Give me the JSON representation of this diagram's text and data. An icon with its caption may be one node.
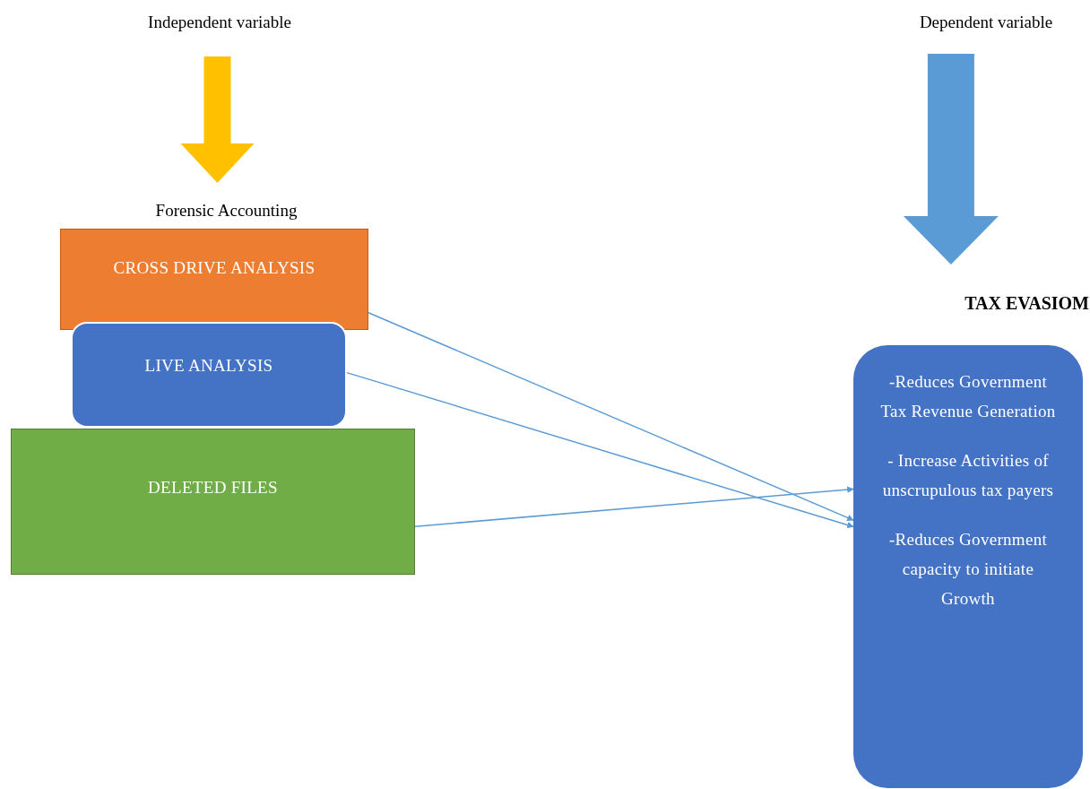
{
  "diagram": {
    "nodes": [
      {
        "text": [
          "Independent variable"
        ]
      },
      {
        "text": [
          "Forensic Accounting"
        ]
      },
      {
        "text": [
          "CROSS DRIVE ANALYSIS"
        ]
      },
      {
        "text": [
          "LIVE ANALYSIS"
        ]
      },
      {
        "text": [
          "DELETED FILES"
        ]
      },
      {
        "text": [
          "Dependent variable"
        ]
      },
      {
        "text": [
          "TAX EVASIOM"
        ]
      },
      {
        "text": [
          "-Reduces Government Tax Revenue Generation",
          "- Increase Activities of unscrupulous tax payers",
          "-Reduces Government capacity to initiate Growth"
        ]
      }
    ],
    "edges": [
      {
        "from": 0,
        "to": 1,
        "arrow": "to",
        "style": "thick",
        "color": "#ffc000"
      },
      {
        "from": 5,
        "to": 6,
        "arrow": "to",
        "style": "thick"
      },
      {
        "from": 2,
        "to": 7,
        "arrow": "to"
      },
      {
        "from": 3,
        "to": 7,
        "arrow": "to"
      },
      {
        "from": 4,
        "to": 7,
        "arrow": "to"
      }
    ]
  }
}
